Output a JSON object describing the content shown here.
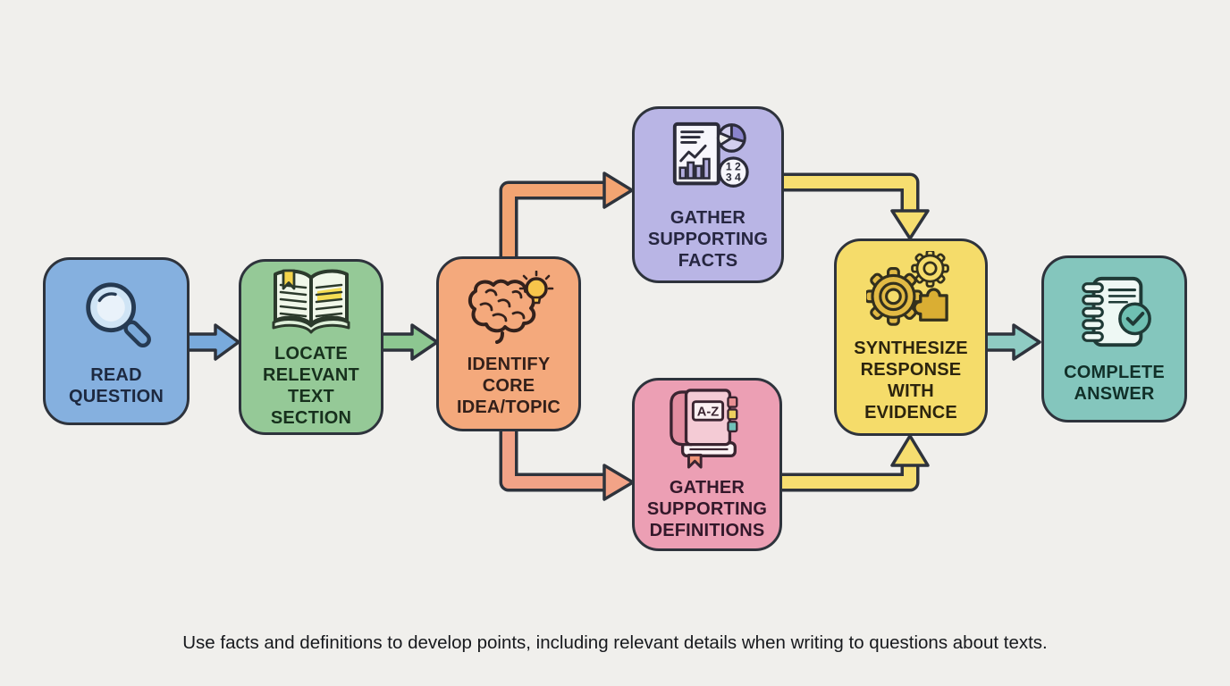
{
  "background_color": "#f0efec",
  "outline_color": "#2e333c",
  "caption": "Use facts and definitions to develop points, including relevant details when writing to questions about texts.",
  "nodes": [
    {
      "id": "read-question",
      "label": "READ\nQUESTION",
      "icon": "magnifier-icon",
      "fill": "#85b0df",
      "text_color": "#1d2940"
    },
    {
      "id": "locate-text-section",
      "label": "LOCATE\nRELEVANT\nTEXT\nSECTION",
      "icon": "open-book-icon",
      "fill": "#95c997",
      "text_color": "#17301d"
    },
    {
      "id": "identify-core-idea",
      "label": "IDENTIFY\nCORE\nIDEA/TOPIC",
      "icon": "brain-lightbulb-icon",
      "fill": "#f4a97c",
      "text_color": "#33201a"
    },
    {
      "id": "gather-supporting-facts",
      "label": "GATHER\nSUPPORTING\nFACTS",
      "icon": "facts-chart-icon",
      "fill": "#b9b5e5",
      "text_color": "#262640"
    },
    {
      "id": "gather-supporting-definitions",
      "label": "GATHER\nSUPPORTING\nDEFINITIONS",
      "icon": "dictionary-icon",
      "fill": "#ec9fb4",
      "text_color": "#33182a"
    },
    {
      "id": "synthesize-response",
      "label": "SYNTHESIZE\nRESPONSE\nWITH\nEVIDENCE",
      "icon": "gears-puzzle-icon",
      "fill": "#f5dc6a",
      "text_color": "#2c240e"
    },
    {
      "id": "complete-answer",
      "label": "COMPLETE\nANSWER",
      "icon": "notebook-check-icon",
      "fill": "#84c6bd",
      "text_color": "#113029"
    }
  ],
  "connectors": [
    {
      "id": "read-to-locate",
      "color": "#79aadc"
    },
    {
      "id": "locate-to-identify",
      "color": "#8dc791"
    },
    {
      "id": "identify-to-facts",
      "color": "#f3a472"
    },
    {
      "id": "identify-to-definitions",
      "color": "#f2a387"
    },
    {
      "id": "facts-to-synthesize",
      "color": "#f6de70"
    },
    {
      "id": "definitions-to-synthesize",
      "color": "#f6de70"
    },
    {
      "id": "synthesize-to-complete",
      "color": "#8fcbc3"
    }
  ],
  "icons": {
    "facts_badge_line1": "1 2",
    "facts_badge_line2": "3 4",
    "dictionary_cover": "A-Z"
  }
}
